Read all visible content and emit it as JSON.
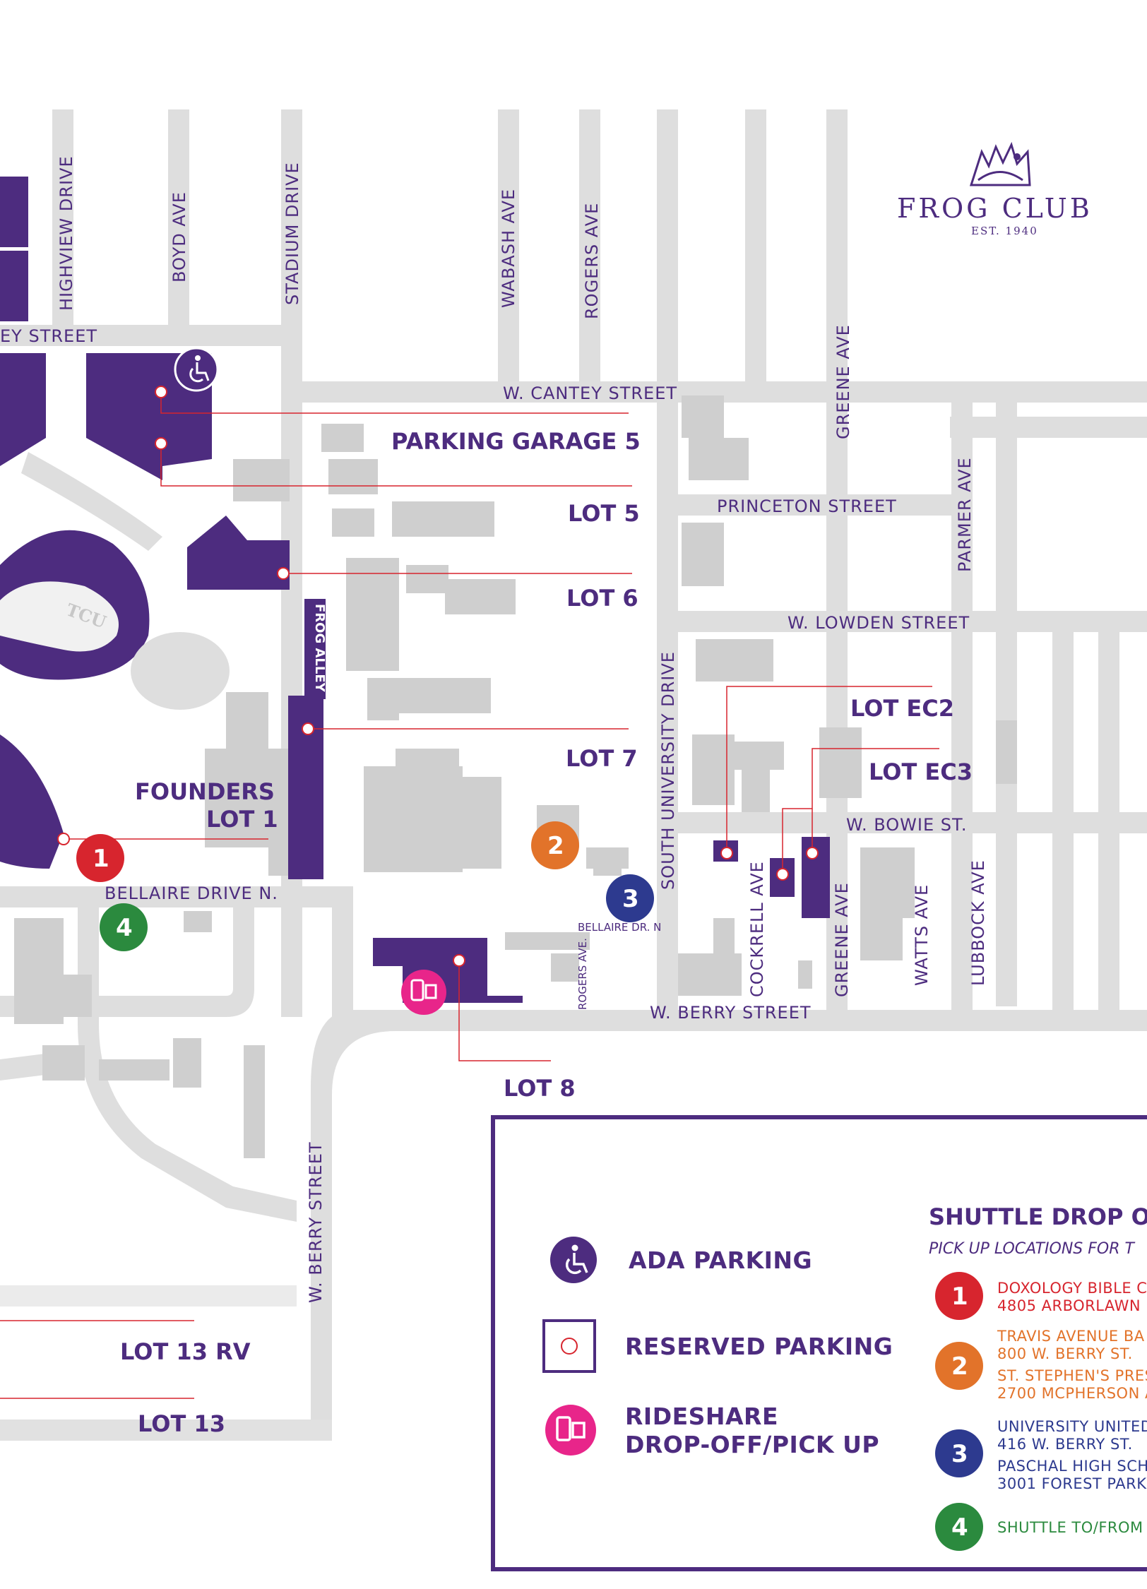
{
  "streets": {
    "highview": "HIGHVIEW DRIVE",
    "boyd": "BOYD AVE",
    "stadium": "STADIUM DRIVE",
    "wabash": "WABASH AVE",
    "rogers": "ROGERS AVE",
    "greene_north": "GREENE AVE",
    "parmer": "PARMER AVE",
    "cantey_west": "EY STREET",
    "w_cantey": "W. CANTEY STREET",
    "princeton": "PRINCETON STREET",
    "w_lowden": "W. LOWDEN STREET",
    "south_university": "SOUTH UNIVERSITY DRIVE",
    "w_bowie": "W. BOWIE ST.",
    "bellaire_n": "BELLAIRE DRIVE N.",
    "bellaire_dr_n": "BELLAIRE DR. N",
    "rogers_south": "ROGERS AVE.",
    "cockrell": "COCKRELL AVE",
    "greene_south": "GREENE AVE",
    "watts": "WATTS AVE",
    "lubbock": "LUBBOCK AVE",
    "w_berry": "W. BERRY STREET",
    "w_berry_vertical": "W. BERRY STREET",
    "frog_alley": "FROG ALLEY"
  },
  "lots": {
    "garage5": "PARKING GARAGE 5",
    "lot5": "LOT 5",
    "lot6": "LOT 6",
    "lot7": "LOT 7",
    "ec2": "LOT EC2",
    "ec3": "LOT EC3",
    "founders_1": "FOUNDERS",
    "founders_2": "LOT 1",
    "lot8": "LOT 8",
    "lot13rv": "LOT 13 RV",
    "lot13": "LOT 13"
  },
  "brand": {
    "name": "FROG CLUB",
    "est": "EST. 1940"
  },
  "legend": {
    "ada": "ADA PARKING",
    "reserved": "RESERVED PARKING",
    "rideshare_1": "RIDESHARE",
    "rideshare_2": "DROP-OFF/PICK UP"
  },
  "shuttle": {
    "title": "SHUTTLE DROP OI",
    "subtitle": "PICK UP LOCATIONS FOR T",
    "s1_line1": "DOXOLOGY BIBLE C",
    "s1_line2": "4805 ARBORLAWN",
    "s2_line1": "TRAVIS AVENUE BA",
    "s2_line2": "800 W. BERRY ST.",
    "s2_line3": "ST. STEPHEN'S PRES",
    "s2_line4": "2700 MCPHERSON A",
    "s3_line1": "UNIVERSITY UNITED",
    "s3_line2": "416 W. BERRY ST.",
    "s3_line3": "PASCHAL HIGH SCH",
    "s3_line4": "3001 FOREST PARK",
    "s4_line1": "SHUTTLE TO/FROM"
  },
  "markers": {
    "m1": "1",
    "m2": "2",
    "m3": "3",
    "m4": "4"
  },
  "colors": {
    "purple": "#4d2c7f",
    "road": "#dedede",
    "building": "#cfcfcf",
    "red": "#d7252e",
    "orange": "#e2732a",
    "blue": "#2d3a8f",
    "green": "#2b8a3e",
    "pink": "#e8258a"
  },
  "icons": [
    "wheelchair-icon",
    "rideshare-icon",
    "frog-logo-icon"
  ]
}
